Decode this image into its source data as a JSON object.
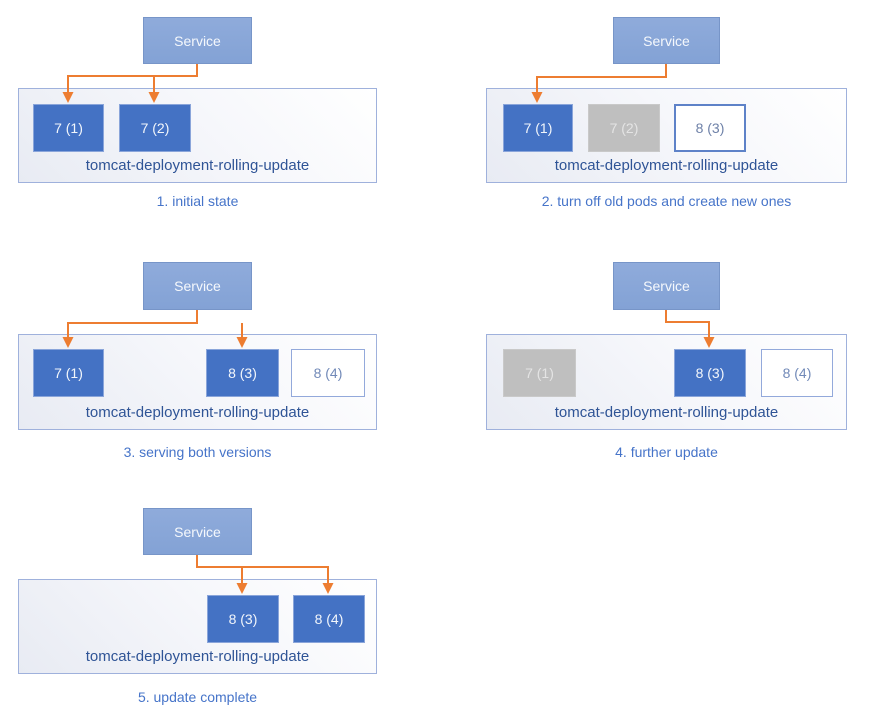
{
  "colors": {
    "service_fill": "#8aa9d9",
    "pod_active_fill": "#4472c4",
    "pod_stopped_fill": "#bfbfbf",
    "pod_new_border": "#5e82c8",
    "arrow": "#ed7d31",
    "deployment_border": "#9fb1dc",
    "deployment_label_text": "#2f5496",
    "caption_text": "#4674c9"
  },
  "panels": [
    {
      "caption": "1. initial state",
      "service": "Service",
      "deployment": "tomcat-deployment-rolling-update",
      "pods": [
        {
          "label": "7 (1)",
          "state": "active"
        },
        {
          "label": "7 (2)",
          "state": "active"
        }
      ]
    },
    {
      "caption": "2. turn off old pods and create new ones",
      "service": "Service",
      "deployment": "tomcat-deployment-rolling-update",
      "pods": [
        {
          "label": "7 (1)",
          "state": "active"
        },
        {
          "label": "7 (2)",
          "state": "stopped"
        },
        {
          "label": "8 (3)",
          "state": "new"
        }
      ]
    },
    {
      "caption": "3. serving both versions",
      "service": "Service",
      "deployment": "tomcat-deployment-rolling-update",
      "pods": [
        {
          "label": "7 (1)",
          "state": "active"
        },
        {
          "label": "8 (3)",
          "state": "active"
        },
        {
          "label": "8 (4)",
          "state": "new"
        }
      ]
    },
    {
      "caption": "4. further update",
      "service": "Service",
      "deployment": "tomcat-deployment-rolling-update",
      "pods": [
        {
          "label": "7 (1)",
          "state": "stopped"
        },
        {
          "label": "8 (3)",
          "state": "active"
        },
        {
          "label": "8 (4)",
          "state": "new"
        }
      ]
    },
    {
      "caption": "5. update complete",
      "service": "Service",
      "deployment": "tomcat-deployment-rolling-update",
      "pods": [
        {
          "label": "8 (3)",
          "state": "active"
        },
        {
          "label": "8 (4)",
          "state": "active"
        }
      ]
    }
  ]
}
